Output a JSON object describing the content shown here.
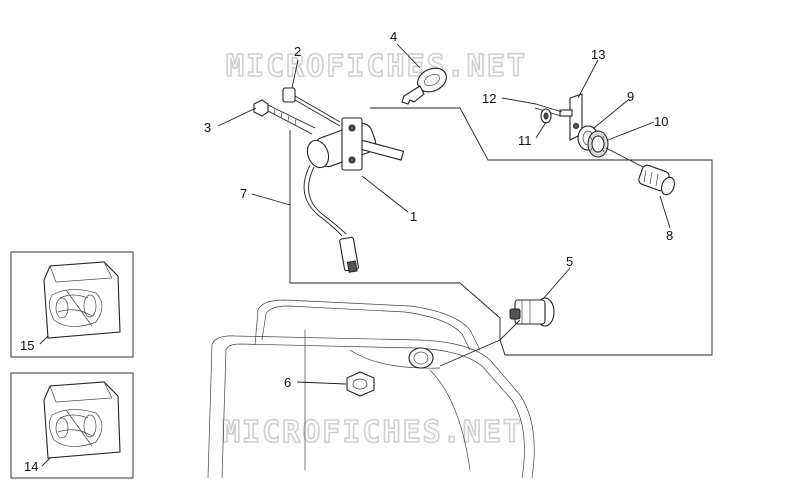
{
  "watermark": {
    "top": "MICROFICHES.NET",
    "bottom": "MICROFICHES.NET"
  },
  "callouts": [
    {
      "id": "1",
      "text": "1"
    },
    {
      "id": "2",
      "text": "2"
    },
    {
      "id": "3",
      "text": "3"
    },
    {
      "id": "4",
      "text": "4"
    },
    {
      "id": "5",
      "text": "5"
    },
    {
      "id": "6",
      "text": "6"
    },
    {
      "id": "7",
      "text": "7"
    },
    {
      "id": "8",
      "text": "8"
    },
    {
      "id": "9",
      "text": "9"
    },
    {
      "id": "10",
      "text": "10"
    },
    {
      "id": "11",
      "text": "11"
    },
    {
      "id": "12",
      "text": "12"
    },
    {
      "id": "13",
      "text": "13"
    },
    {
      "id": "14",
      "text": "14"
    },
    {
      "id": "15",
      "text": "15"
    }
  ]
}
